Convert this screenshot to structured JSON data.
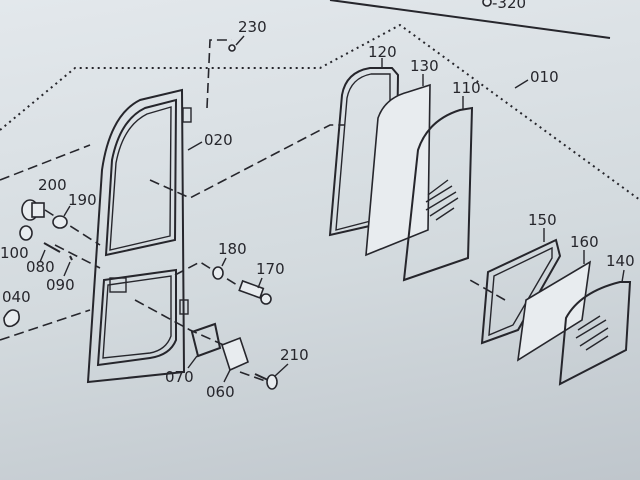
{
  "diagram": {
    "labels": {
      "p320": "-320",
      "p230": "230",
      "p020": "020",
      "p120": "120",
      "p130": "130",
      "p110": "110",
      "p010": "010",
      "p200": "200",
      "p190": "190",
      "p100": "100",
      "p080": "080",
      "p090": "090",
      "p040": "040",
      "p180": "180",
      "p170": "170",
      "p070": "070",
      "p060": "060",
      "p210": "210",
      "p150": "150",
      "p160": "160",
      "p140": "140"
    }
  }
}
